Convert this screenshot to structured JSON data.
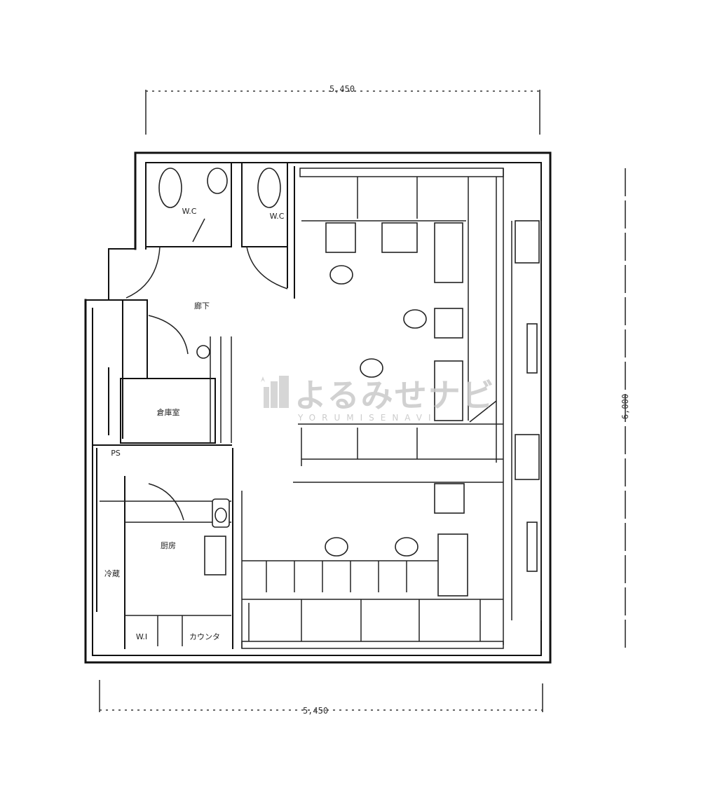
{
  "dimensions": {
    "top": "5,450",
    "bottom": "5,450",
    "right": "6,000"
  },
  "rooms": {
    "wc_left": "W.C",
    "wc_right": "W.C",
    "corridor": "廊下",
    "storage": "倉庫室",
    "kitchen": "厨房",
    "small_label_1": "PS",
    "small_label_2": "冷蔵",
    "small_label_3": "W.I",
    "small_label_4": "カウンタ"
  },
  "watermark": {
    "main": "よるみせナビ",
    "sub": "YORUMISENAVI"
  }
}
